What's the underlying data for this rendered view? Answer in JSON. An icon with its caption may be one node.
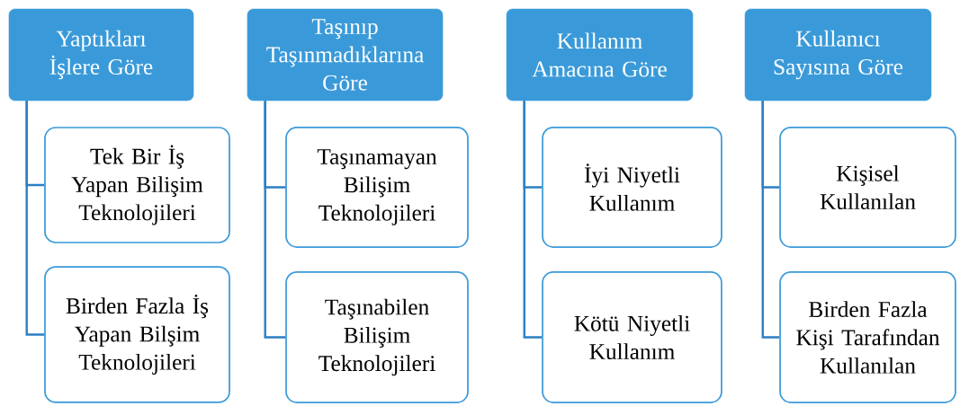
{
  "diagram": {
    "nodes": [
      {
        "text": [
          "Yaptıkları İşlere Göre"
        ]
      },
      {
        "text": [
          "Tek Bir İş Yapan Bilişim Teknolojileri"
        ]
      },
      {
        "text": [
          "Birden Fazla İş Yapan Bilşim Teknolojileri"
        ]
      },
      {
        "text": [
          "Taşınıp Taşınmadıklarına Göre"
        ]
      },
      {
        "text": [
          "Taşınamayan Bilişim Teknolojileri"
        ]
      },
      {
        "text": [
          "Taşınabilen Bilişim Teknolojileri"
        ]
      },
      {
        "text": [
          "Kullanım Amacına Göre"
        ]
      },
      {
        "text": [
          "İyi Niyetli Kullanım"
        ]
      },
      {
        "text": [
          "Kötü Niyetli Kullanım"
        ]
      },
      {
        "text": [
          "Kullanıcı Sayısına Göre"
        ]
      },
      {
        "text": [
          "Kişisel Kullanılan"
        ]
      },
      {
        "text": [
          "Birden Fazla Kişi Tarafından Kullanılan"
        ]
      }
    ],
    "edges": [
      {
        "from": 0,
        "to": 1,
        "arrow": "none"
      },
      {
        "from": 0,
        "to": 2,
        "arrow": "none"
      },
      {
        "from": 3,
        "to": 4,
        "arrow": "none"
      },
      {
        "from": 3,
        "to": 5,
        "arrow": "none"
      },
      {
        "from": 6,
        "to": 7,
        "arrow": "none"
      },
      {
        "from": 6,
        "to": 8,
        "arrow": "none"
      },
      {
        "from": 9,
        "to": 10,
        "arrow": "none"
      },
      {
        "from": 9,
        "to": 11,
        "arrow": "none"
      }
    ]
  }
}
